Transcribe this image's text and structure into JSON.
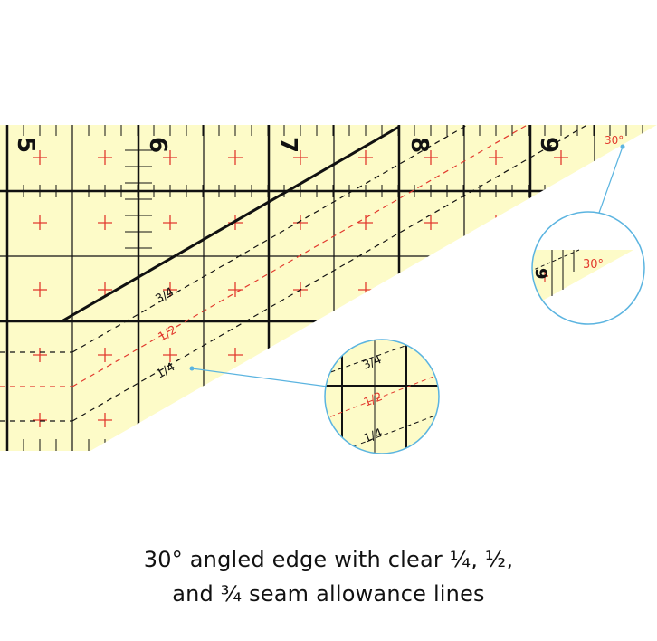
{
  "ruler": {
    "inch_numbers": [
      "5",
      "6",
      "7",
      "8",
      "9"
    ],
    "angle_label": "30°",
    "seam_labels": {
      "three_quarter": "3/4",
      "half": "1/2",
      "quarter": "1/4"
    }
  },
  "zoom_insets": {
    "seam_inset": {
      "labels": [
        "3/4",
        "1/2",
        "1/4"
      ]
    },
    "angle_inset": {
      "label": "30°"
    }
  },
  "caption": {
    "line1": "30° angled edge with clear ¼, ½,",
    "line2": "and ¾ seam allowance lines"
  },
  "colors": {
    "ruler_fill": "#fdfbc8",
    "line": "#111111",
    "accent_red": "#e23a2e",
    "callout_blue": "#5bb4e0"
  }
}
